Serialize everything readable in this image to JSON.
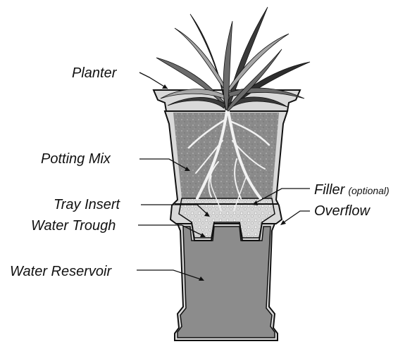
{
  "labels": {
    "planter": "Planter",
    "potting_mix": "Potting Mix",
    "tray_insert": "Tray Insert",
    "water_trough": "Water Trough",
    "water_reservoir": "Water Reservoir",
    "filler": "Filler",
    "filler_note": "(optional)",
    "overflow": "Overflow"
  },
  "colors": {
    "outline": "#111111",
    "planter_shell": "#d9d9d9",
    "soil": "#8a8a8a",
    "water": "#8c8c8c",
    "filler": "#dcdcdc",
    "roots": "#f2f2f2",
    "foliage_dark": "#2e2e2e",
    "foliage_mid": "#6b6b6b",
    "foliage_light": "#a6a6a6"
  },
  "icons": {
    "plant": "plant-foliage-icon"
  }
}
